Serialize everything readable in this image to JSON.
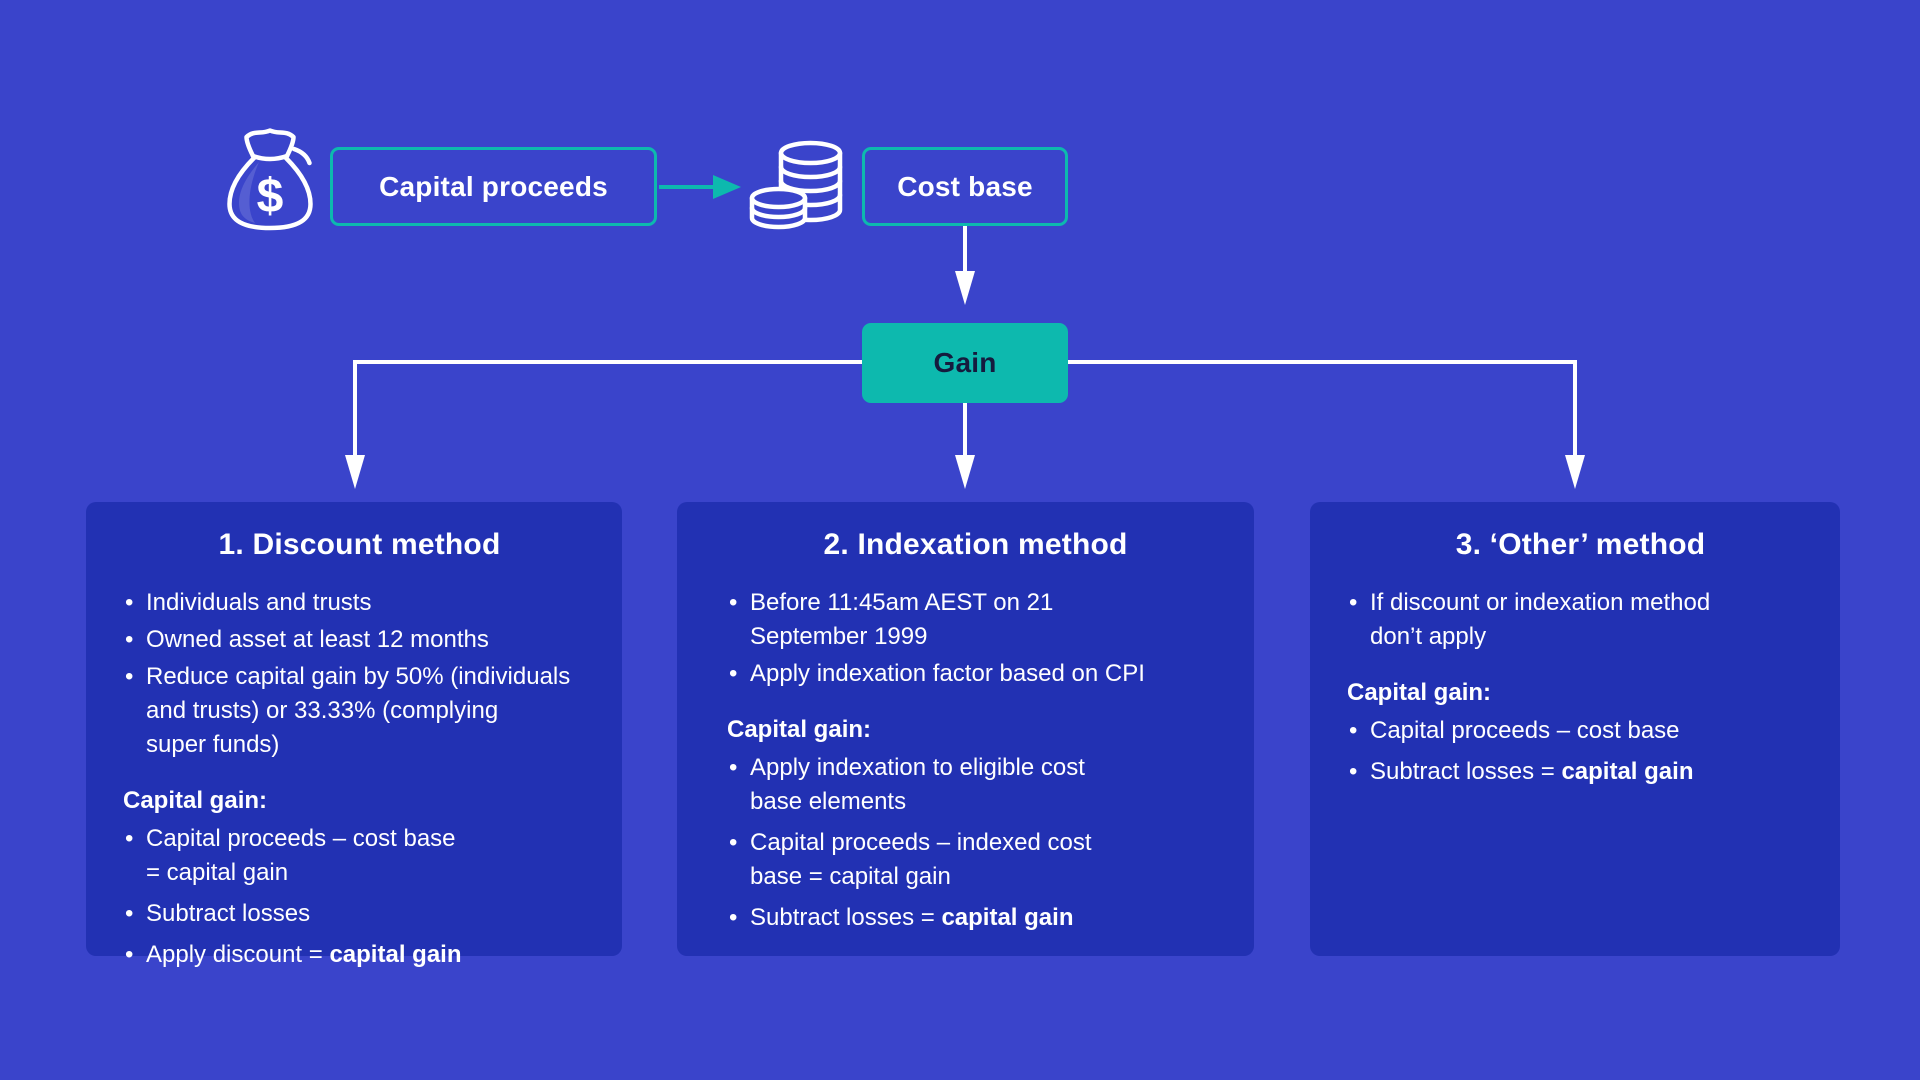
{
  "colors": {
    "background": "#3A44CB",
    "card_background": "#2231B3",
    "accent_teal": "#0DB9AE",
    "gain_text": "#151B3E",
    "text": "#FFFFFF"
  },
  "flow": {
    "money_bag_icon": "money-bag-icon",
    "coins_icon": "coins-icon",
    "capital_proceeds_label": "Capital proceeds",
    "cost_base_label": "Cost base",
    "gain_label": "Gain"
  },
  "cards": [
    {
      "title": "1. Discount method",
      "bullets": [
        {
          "text": "Individuals and trusts",
          "bold": ""
        },
        {
          "text": "Owned asset at least 12 months",
          "bold": ""
        },
        {
          "text": "Reduce capital gain by 50% (individuals\nand trusts) or 33.33% (complying\nsuper funds)",
          "bold": ""
        }
      ],
      "capital_gain_label": "Capital gain:",
      "capital_gain_bullets": [
        {
          "text": "Capital proceeds – cost base\n= capital gain",
          "bold": ""
        },
        {
          "text": "Subtract losses",
          "bold": ""
        },
        {
          "text": "Apply discount = ",
          "bold": "capital gain"
        }
      ]
    },
    {
      "title": "2. Indexation method",
      "bullets": [
        {
          "text": "Before 11:45am AEST on 21\nSeptember 1999",
          "bold": ""
        },
        {
          "text": "Apply indexation factor based on CPI",
          "bold": ""
        }
      ],
      "capital_gain_label": "Capital gain:",
      "capital_gain_bullets": [
        {
          "text": "Apply indexation to eligible cost\nbase elements",
          "bold": ""
        },
        {
          "text": "Capital proceeds – indexed cost\nbase = capital gain",
          "bold": ""
        },
        {
          "text": "Subtract losses = ",
          "bold": "capital gain"
        }
      ]
    },
    {
      "title": "3. ‘Other’ method",
      "bullets": [
        {
          "text": "If discount or indexation method\ndon’t apply",
          "bold": ""
        }
      ],
      "capital_gain_label": "Capital gain:",
      "capital_gain_bullets": [
        {
          "text": "Capital proceeds – cost base",
          "bold": ""
        },
        {
          "text": "Subtract losses = ",
          "bold": "capital gain"
        }
      ]
    }
  ]
}
